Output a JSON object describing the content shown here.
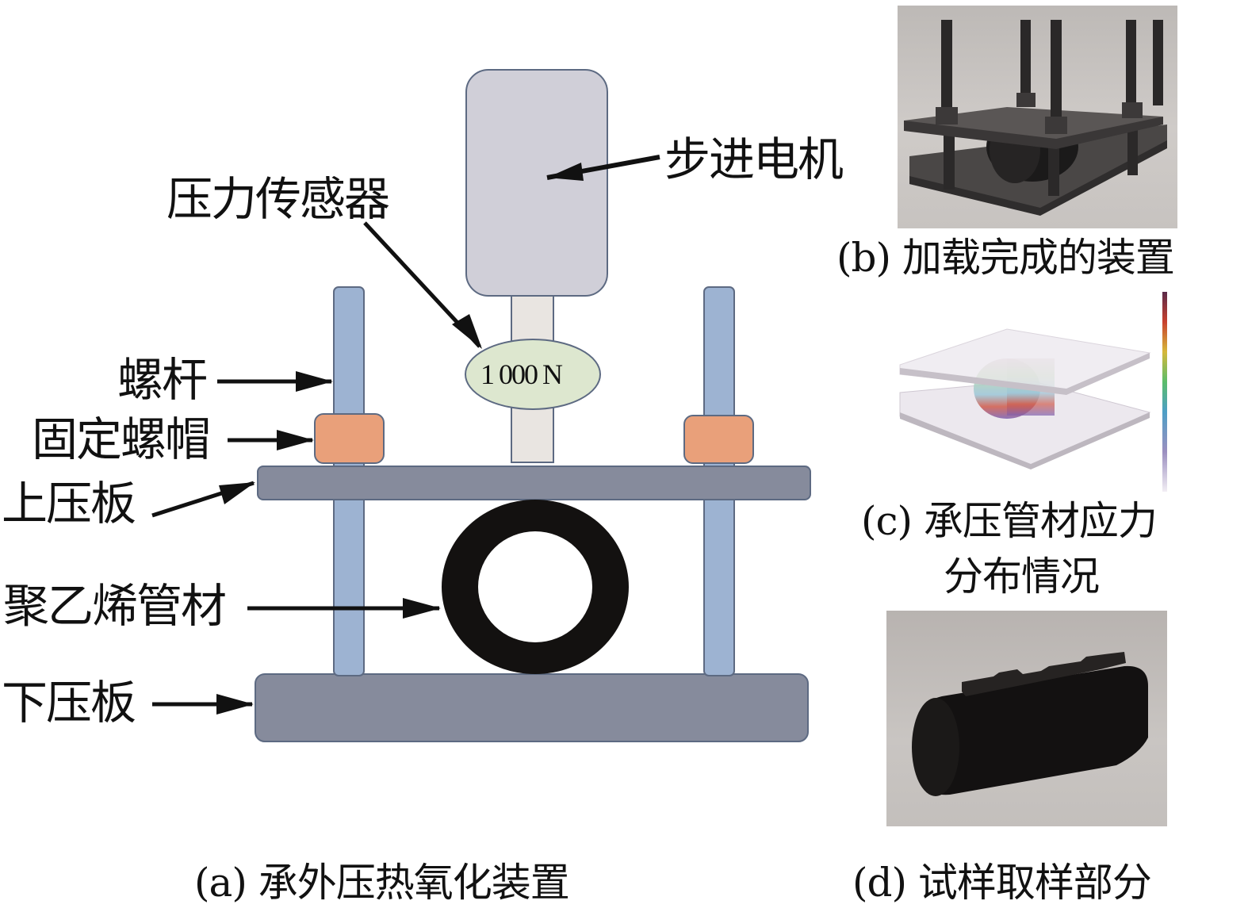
{
  "figure": {
    "panel_a": {
      "caption": "(a) 承外压热氧化装置",
      "labels": {
        "stepper_motor": "步进电机",
        "pressure_sensor": "压力传感器",
        "screw_rod": "螺杆",
        "fixing_nut": "固定螺帽",
        "upper_plate": "上压板",
        "pe_pipe": "聚乙烯管材",
        "lower_plate": "下压板"
      },
      "sensor_reading": "1 000 N"
    },
    "panel_b": {
      "caption": "(b) 加载完成的装置"
    },
    "panel_c": {
      "caption_line1": "(c) 承压管材应力",
      "caption_line2": "分布情况"
    },
    "panel_d": {
      "caption": "(d) 试样取样部分"
    },
    "colors": {
      "motor_fill": "#d0cfd8",
      "shaft_fill": "#e9e5e1",
      "sensor_fill": "#dde7cf",
      "rod_fill": "#9db3d2",
      "nut_fill": "#e9a07a",
      "plate_fill": "#868b9c",
      "outline": "#5d6a82",
      "pipe_fill": "#131110",
      "arrow": "#111111"
    }
  }
}
